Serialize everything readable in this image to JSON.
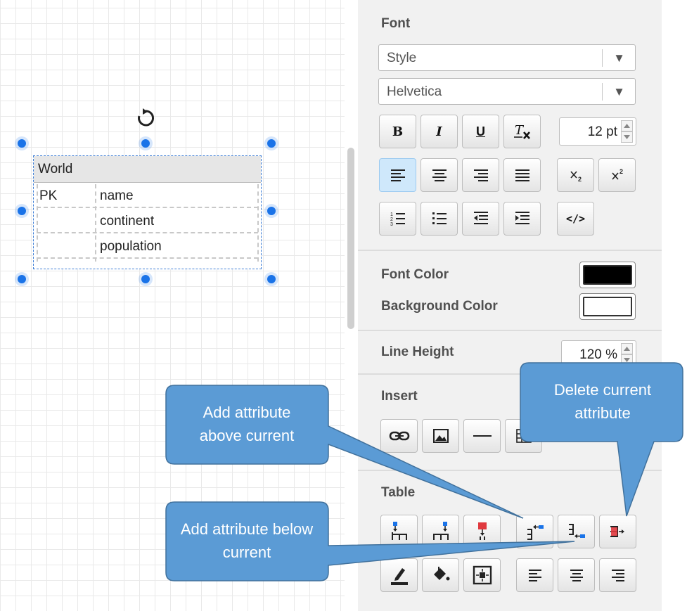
{
  "entity": {
    "title": "World",
    "rows": [
      {
        "key": "PK",
        "name": "name"
      },
      {
        "key": "",
        "name": "continent"
      },
      {
        "key": "",
        "name": "population"
      }
    ]
  },
  "panel": {
    "font": {
      "title": "Font",
      "style_select": "Style",
      "family_select": "Helvetica",
      "size": "12 pt"
    },
    "font_color_label": "Font Color",
    "background_color_label": "Background Color",
    "font_color": "#000000",
    "background_color": "#ffffff",
    "line_height_label": "Line Height",
    "line_height": "120 %",
    "insert_title": "Insert",
    "table_title": "Table"
  },
  "callouts": {
    "add_above": "Add attribute above current",
    "add_below": "Add attribute below current",
    "delete": "Delete current attribute"
  },
  "colors": {
    "accent": "#1a73e8",
    "callout_fill": "#5b9bd5",
    "callout_stroke": "#41719c",
    "delete_icon": "#e0393e"
  }
}
